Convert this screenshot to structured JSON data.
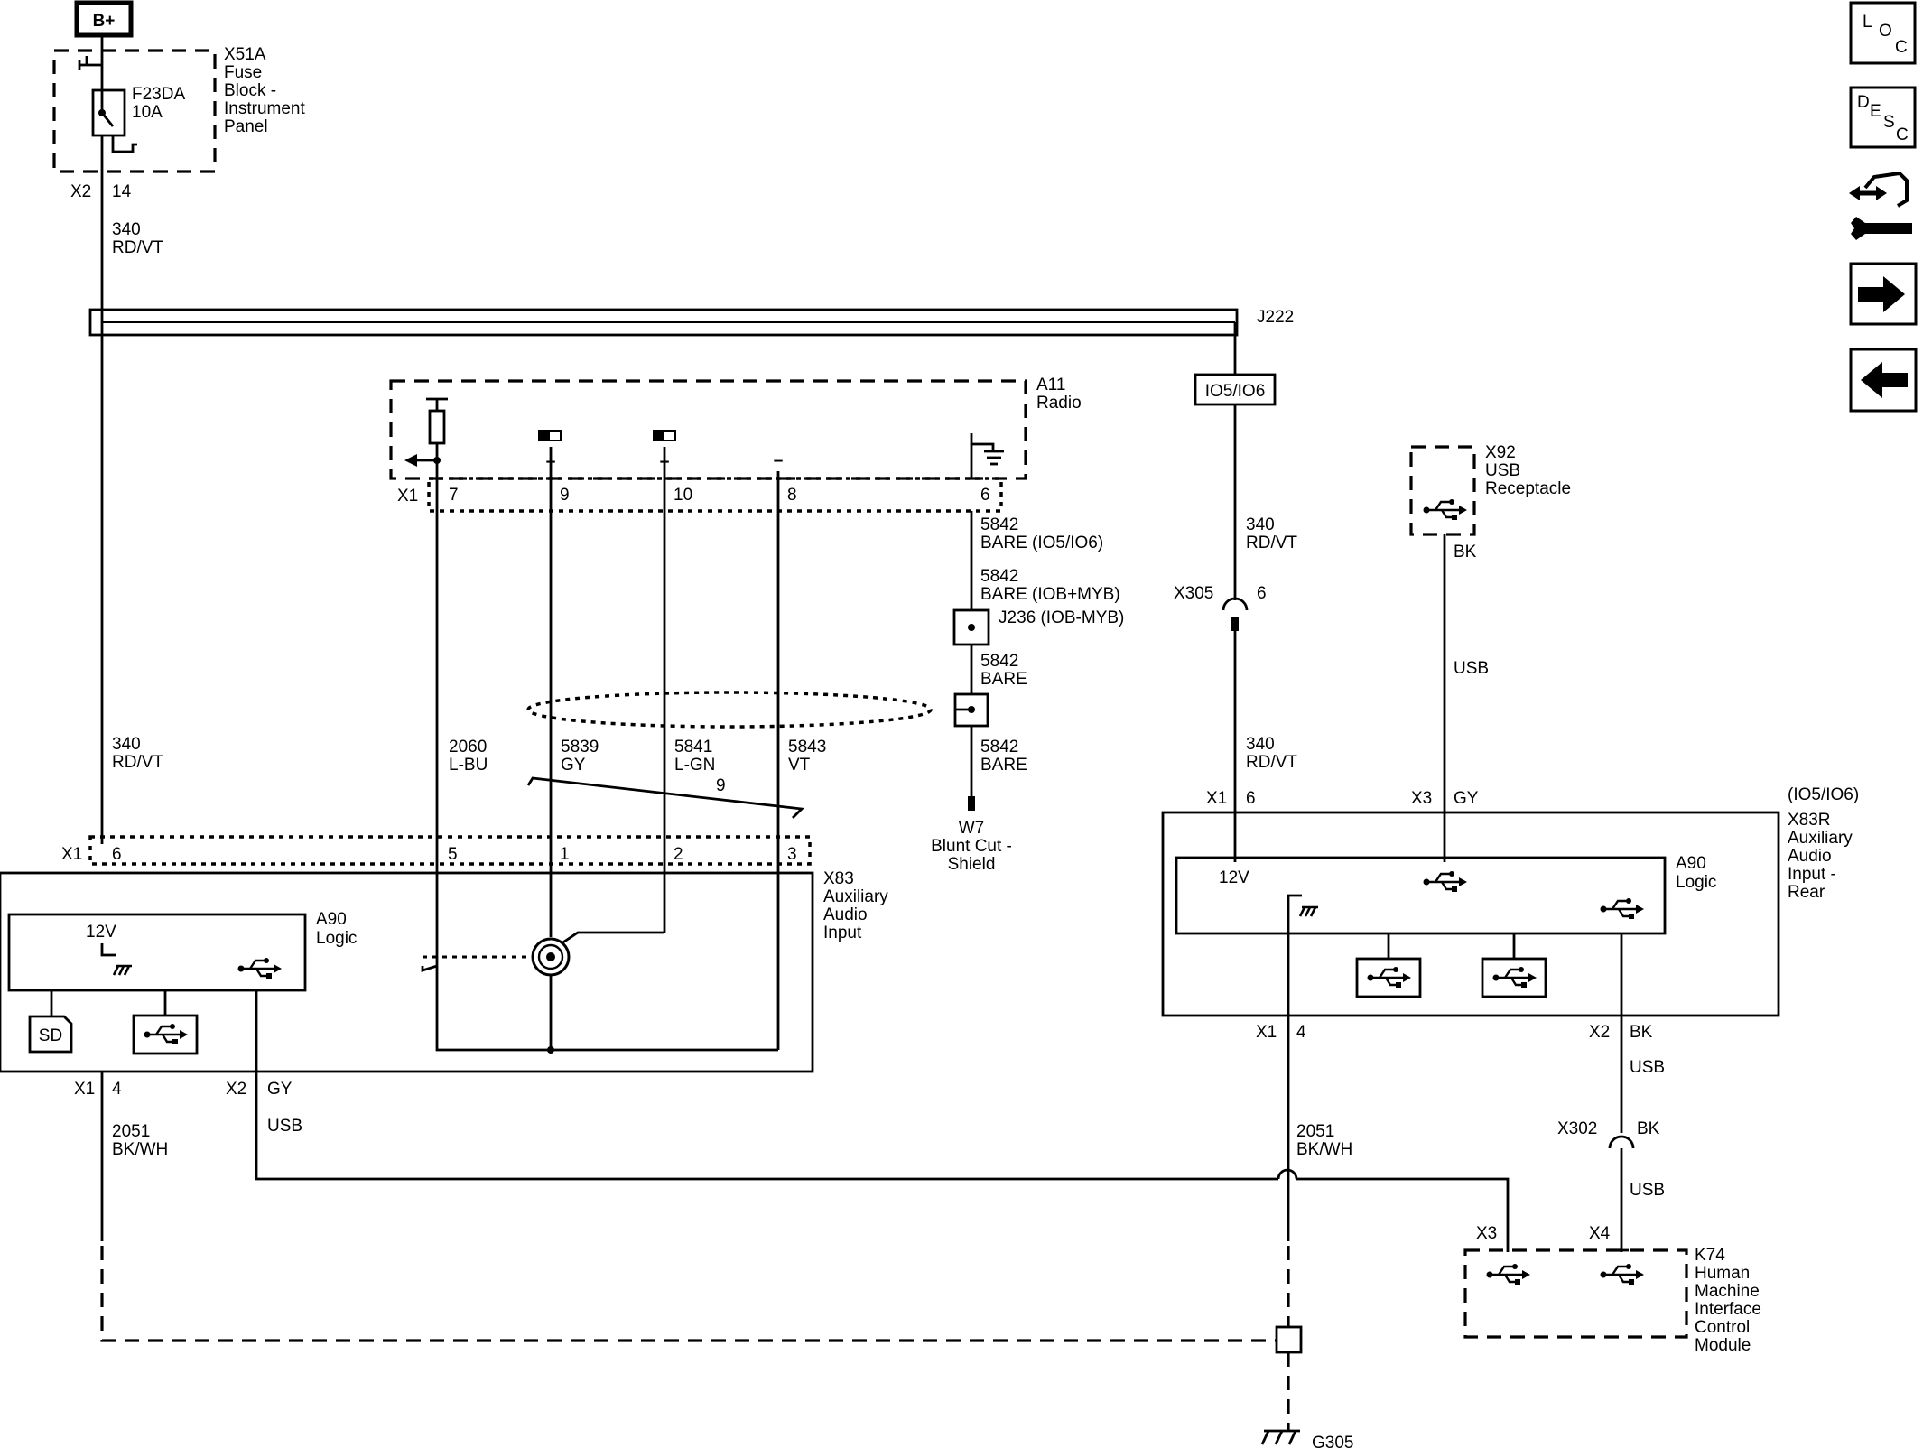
{
  "battery": "B+",
  "fuse_block": {
    "id": "X51A",
    "desc1": "Fuse",
    "desc2": "Block -",
    "desc3": "Instrument",
    "desc4": "Panel",
    "fuse": "F23DA",
    "rating": "10A",
    "conn": "X2",
    "pin": "14"
  },
  "wire_340": {
    "circuit": "340",
    "color": "RD/VT"
  },
  "splice_j222": "J222",
  "option_io5": "IO5/IO6",
  "option_io5_paren": "(IO5/IO6)",
  "radio": {
    "id": "A11",
    "name": "Radio",
    "conn": "X1",
    "pins": [
      "7",
      "9",
      "10",
      "8",
      "6"
    ],
    "plus": "+",
    "minus": "–"
  },
  "drain": {
    "circuit": "5842",
    "bare_io5": "BARE (IO5/IO6)",
    "bare_iob": "BARE (IOB+MYB)",
    "splice": "J236 (IOB-MYB)",
    "bare": "BARE"
  },
  "front_wires": [
    {
      "circuit": "2060",
      "color": "L-BU"
    },
    {
      "circuit": "5839",
      "color": "GY"
    },
    {
      "circuit": "5841",
      "color": "L-GN"
    },
    {
      "circuit": "5843",
      "color": "VT"
    }
  ],
  "twist_count": "9",
  "shield": {
    "id": "W7",
    "line1": "Blunt Cut -",
    "line2": "Shield"
  },
  "front_aux": {
    "id": "X83",
    "line1": "Auxiliary",
    "line2": "Audio",
    "line3": "Input",
    "conn": "X1",
    "pins": [
      "6",
      "5",
      "1",
      "2",
      "3"
    ],
    "logic_id": "A90",
    "logic": "Logic",
    "v12": "12V",
    "sd": "SD",
    "bottom_x1": "X1",
    "bottom_pin4": "4",
    "bottom_x2": "X2",
    "bottom_gy": "GY",
    "usb": "USB"
  },
  "ground_wire": {
    "circuit": "2051",
    "color": "BK/WH"
  },
  "ground": "G305",
  "usb_receptacle": {
    "id": "X92",
    "line1": "USB",
    "line2": "Receptacle",
    "color": "BK",
    "usb": "USB"
  },
  "inline_x305": {
    "id": "X305",
    "pin": "6"
  },
  "rear_aux": {
    "id": "X83R",
    "line1": "Auxiliary",
    "line2": "Audio",
    "line3": "Input -",
    "line4": "Rear",
    "x1": "X1",
    "x1_pin": "6",
    "x3": "X3",
    "x3_color": "GY",
    "logic_id": "A90",
    "logic": "Logic",
    "v12": "12V",
    "bottom_x1": "X1",
    "bottom_pin4": "4",
    "bottom_x2": "X2",
    "bottom_bk": "BK",
    "usb": "USB"
  },
  "inline_x302": {
    "id": "X302",
    "color": "BK",
    "usb": "USB"
  },
  "hmi": {
    "id": "K74",
    "line1": "Human",
    "line2": "Machine",
    "line3": "Interface",
    "line4": "Control",
    "line5": "Module",
    "x3": "X3",
    "x4": "X4"
  },
  "nav_buttons": [
    {
      "name": "loc",
      "l1": "L",
      "l2": "O",
      "l3": "C"
    },
    {
      "name": "desc",
      "l1": "D",
      "l2": "E",
      "l3": "S",
      "l4": "C"
    }
  ]
}
